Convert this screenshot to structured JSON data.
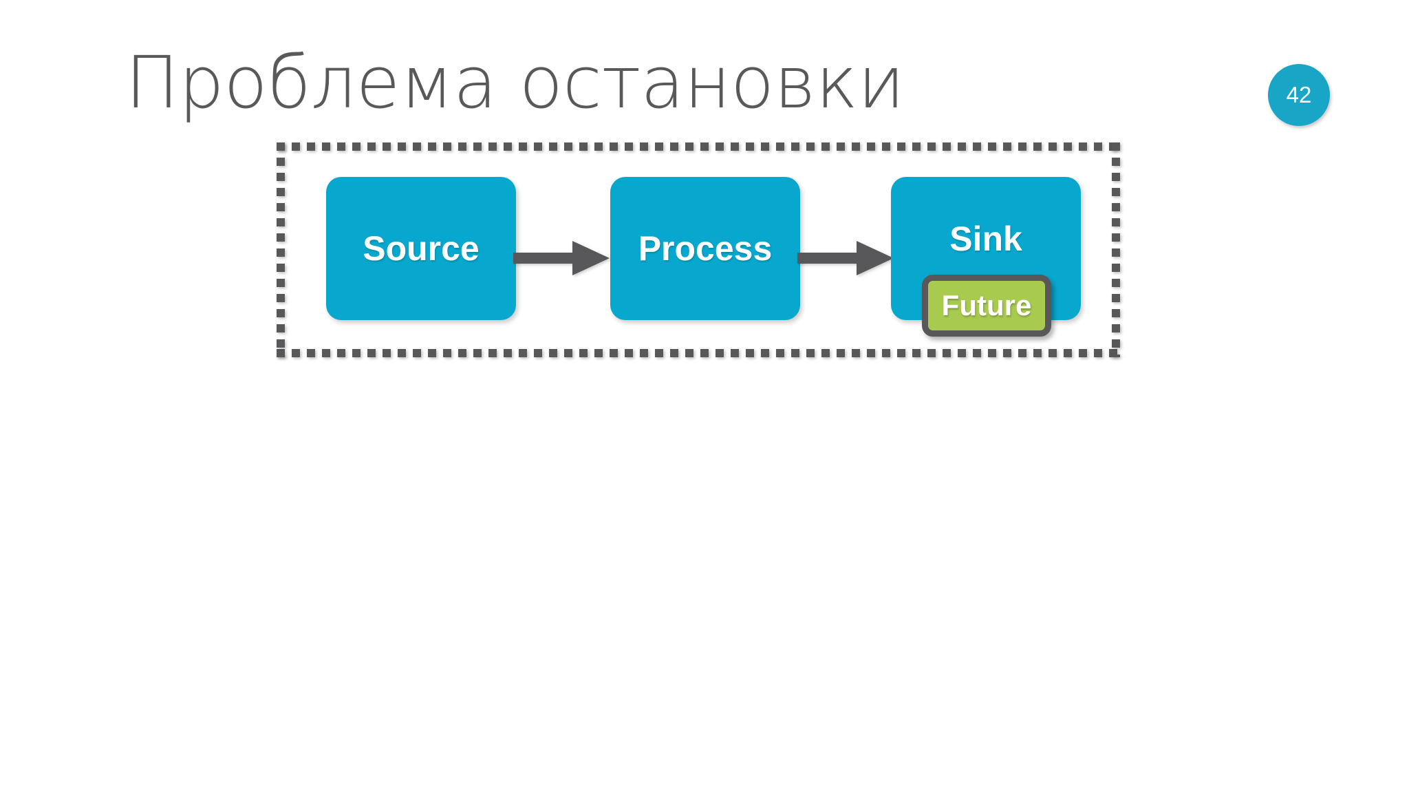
{
  "slide": {
    "title": "Проблема остановки",
    "page_number": "42",
    "background_color": "#ffffff",
    "title_color": "#595959"
  },
  "page_badge": {
    "label": "42",
    "fill_color": "#18A5C6",
    "text_color": "#ffffff"
  },
  "diagram": {
    "type": "pipeline-flow",
    "group_border_style": "dashed",
    "group_border_color": "#58585A",
    "node_color": "#08A8CE",
    "node_text_color": "#ffffff",
    "arrow_color": "#58585A",
    "nodes": [
      {
        "id": "source",
        "label": "Source"
      },
      {
        "id": "process",
        "label": "Process"
      },
      {
        "id": "sink",
        "label": "Sink"
      }
    ],
    "arrows": [
      {
        "id": "arrow-1",
        "from": "source",
        "to": "process"
      },
      {
        "id": "arrow-2",
        "from": "process",
        "to": "sink"
      }
    ],
    "annotation": {
      "label": "Future",
      "attached_to": "sink",
      "fill_color": "#A7CA4F",
      "border_color": "#58585A",
      "text_color": "#ffffff"
    }
  }
}
